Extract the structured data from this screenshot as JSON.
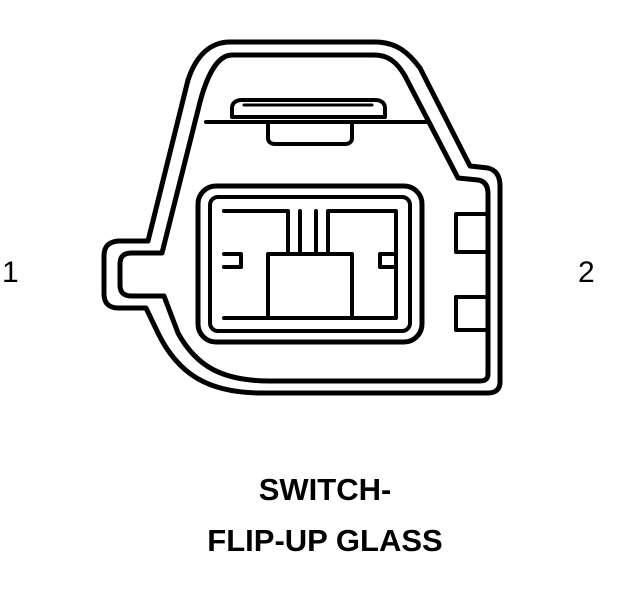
{
  "pins": [
    {
      "label": "1"
    },
    {
      "label": "2"
    }
  ],
  "caption": {
    "line1": "SWITCH-",
    "line2": "FLIP-UP GLASS"
  },
  "colors": {
    "stroke": "#000000",
    "background": "#ffffff"
  }
}
